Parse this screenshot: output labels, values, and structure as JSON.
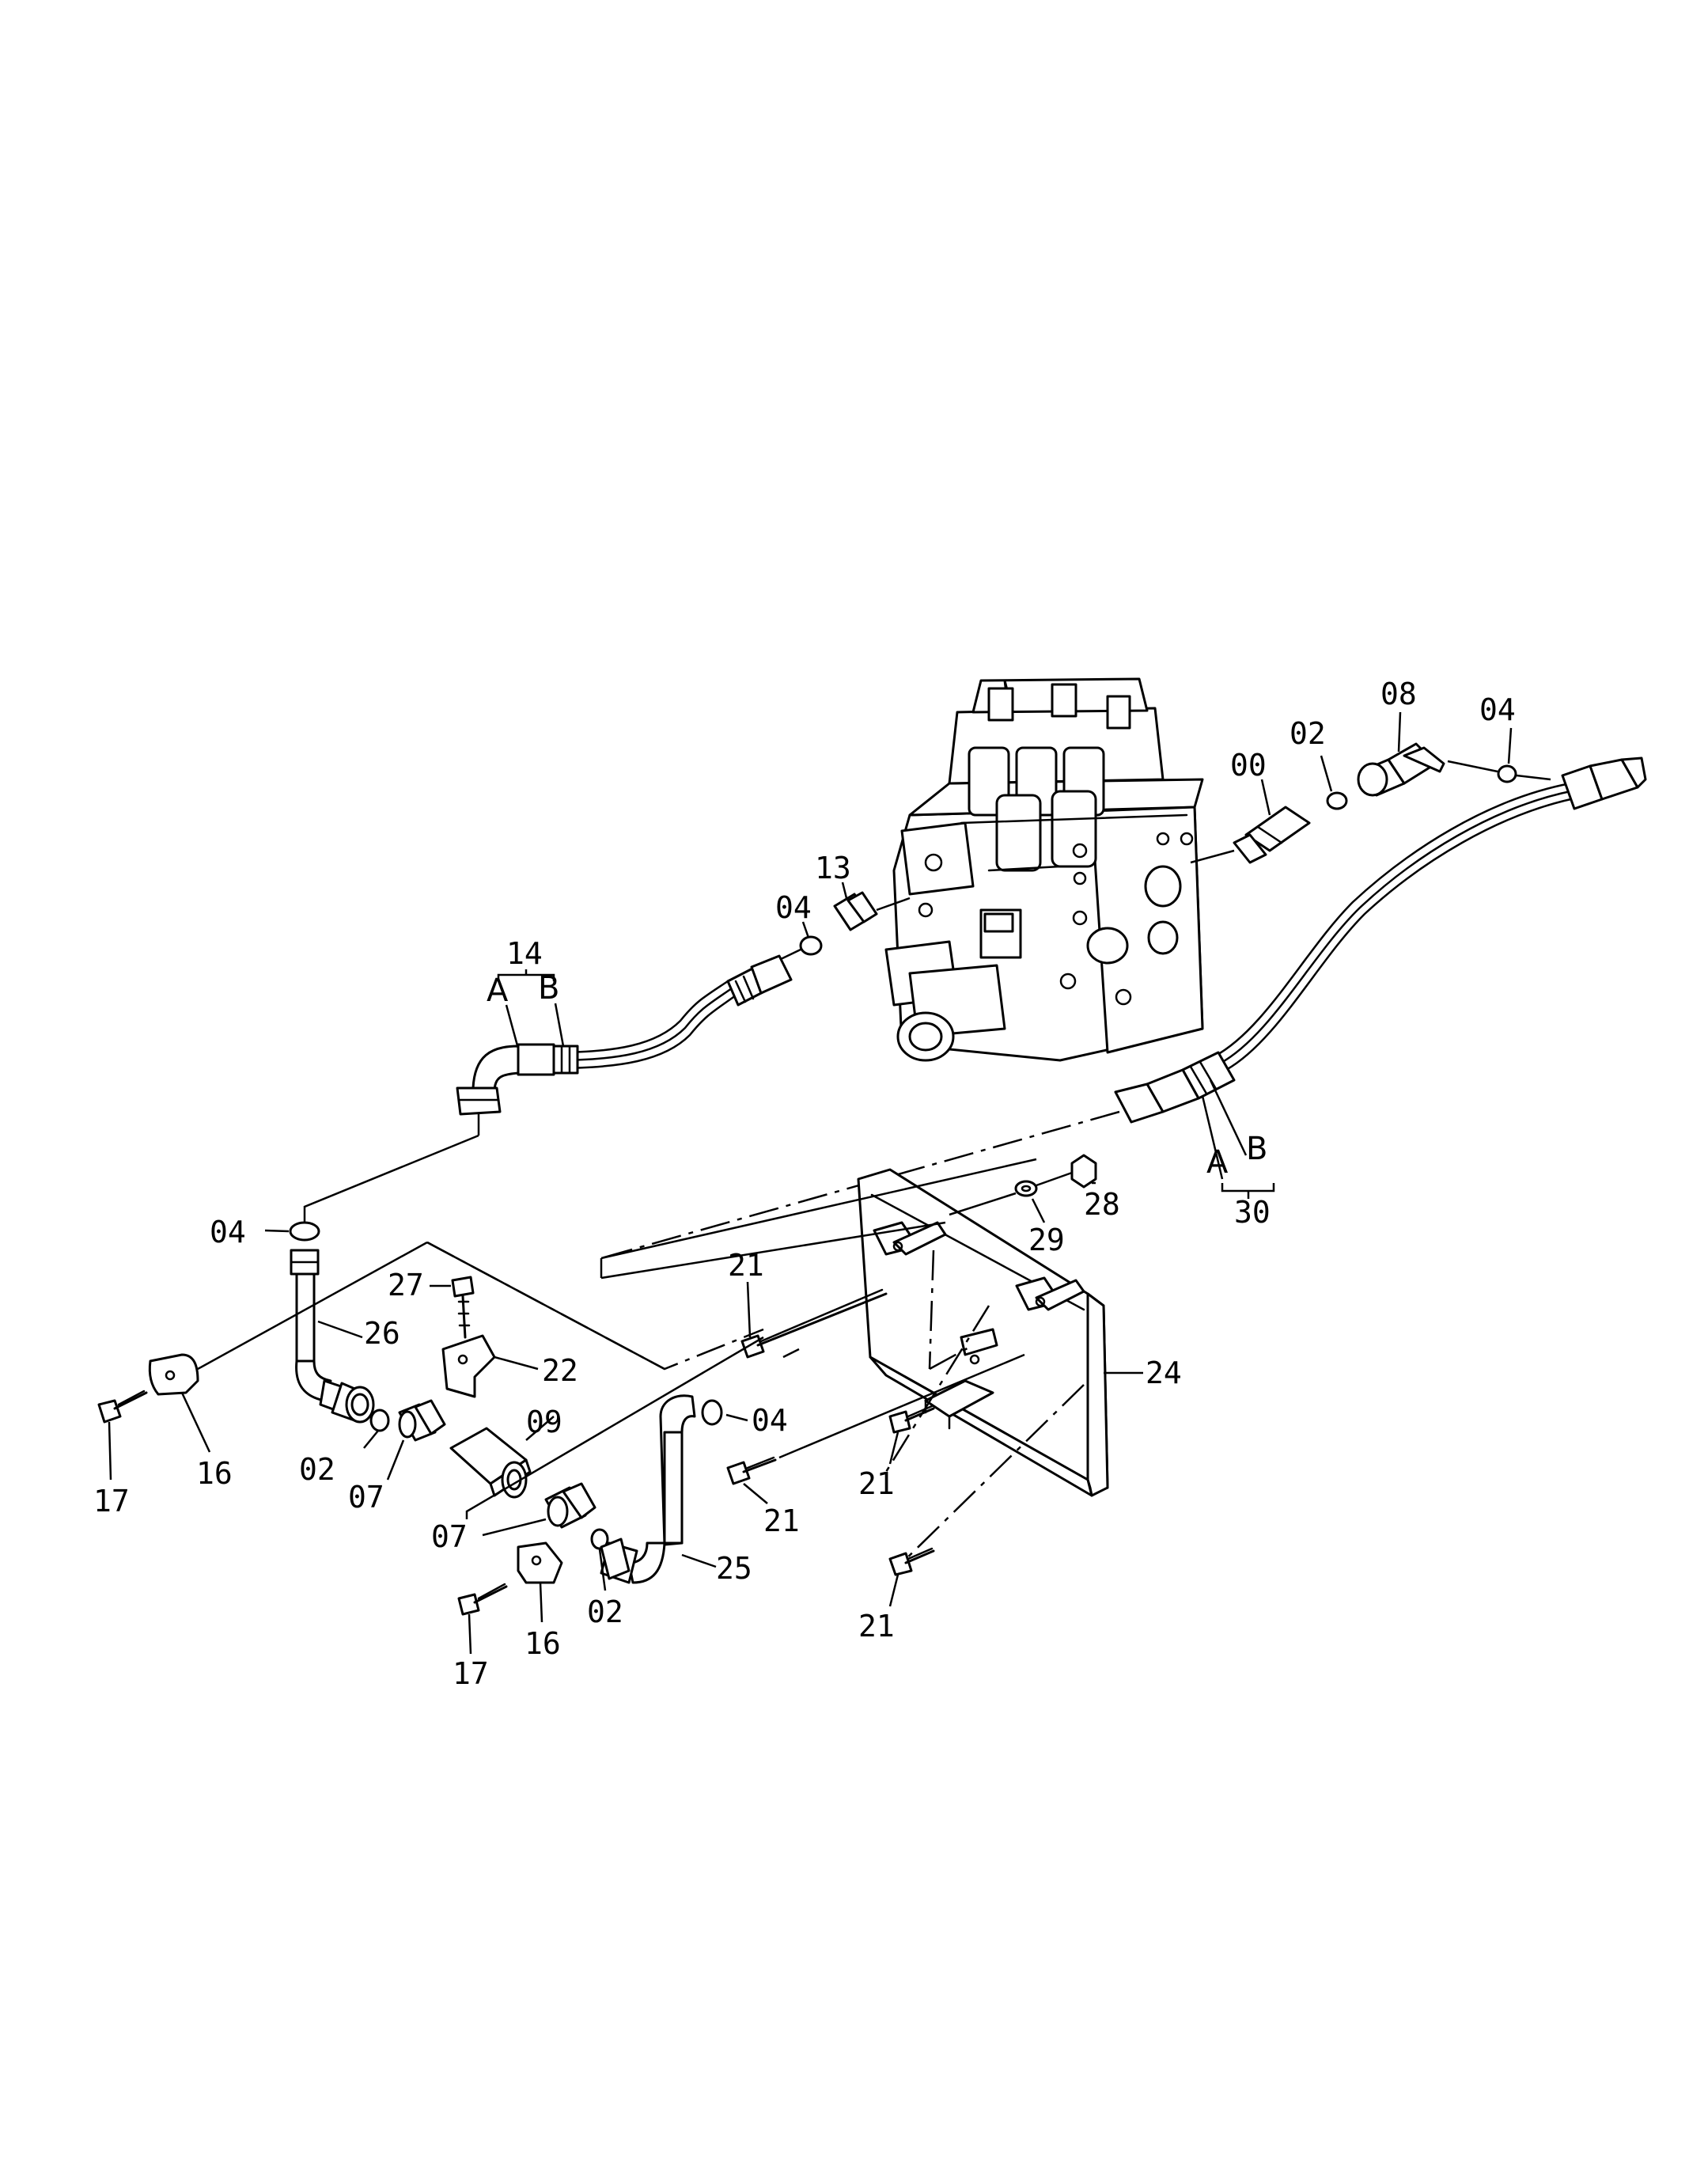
{
  "labels": {
    "l00": "00",
    "l02a": "02",
    "l08": "08",
    "l04a": "04",
    "l13": "13",
    "l04b": "04",
    "l14": "14",
    "l14A": "A",
    "l14B": "B",
    "l30": "30",
    "l30A": "A",
    "l30B": "B",
    "l28": "28",
    "l29": "29",
    "l04c": "04",
    "l21a": "21",
    "l27": "27",
    "l26": "26",
    "l22": "22",
    "l24": "24",
    "l09": "09",
    "l04d": "04",
    "l02b": "02",
    "l07a": "07",
    "l16a": "16",
    "l17a": "17",
    "l21b": "21",
    "l21c": "21",
    "l07b": "07",
    "l25": "25",
    "l02c": "02",
    "l16b": "16",
    "l17b": "17",
    "l21d": "21"
  }
}
